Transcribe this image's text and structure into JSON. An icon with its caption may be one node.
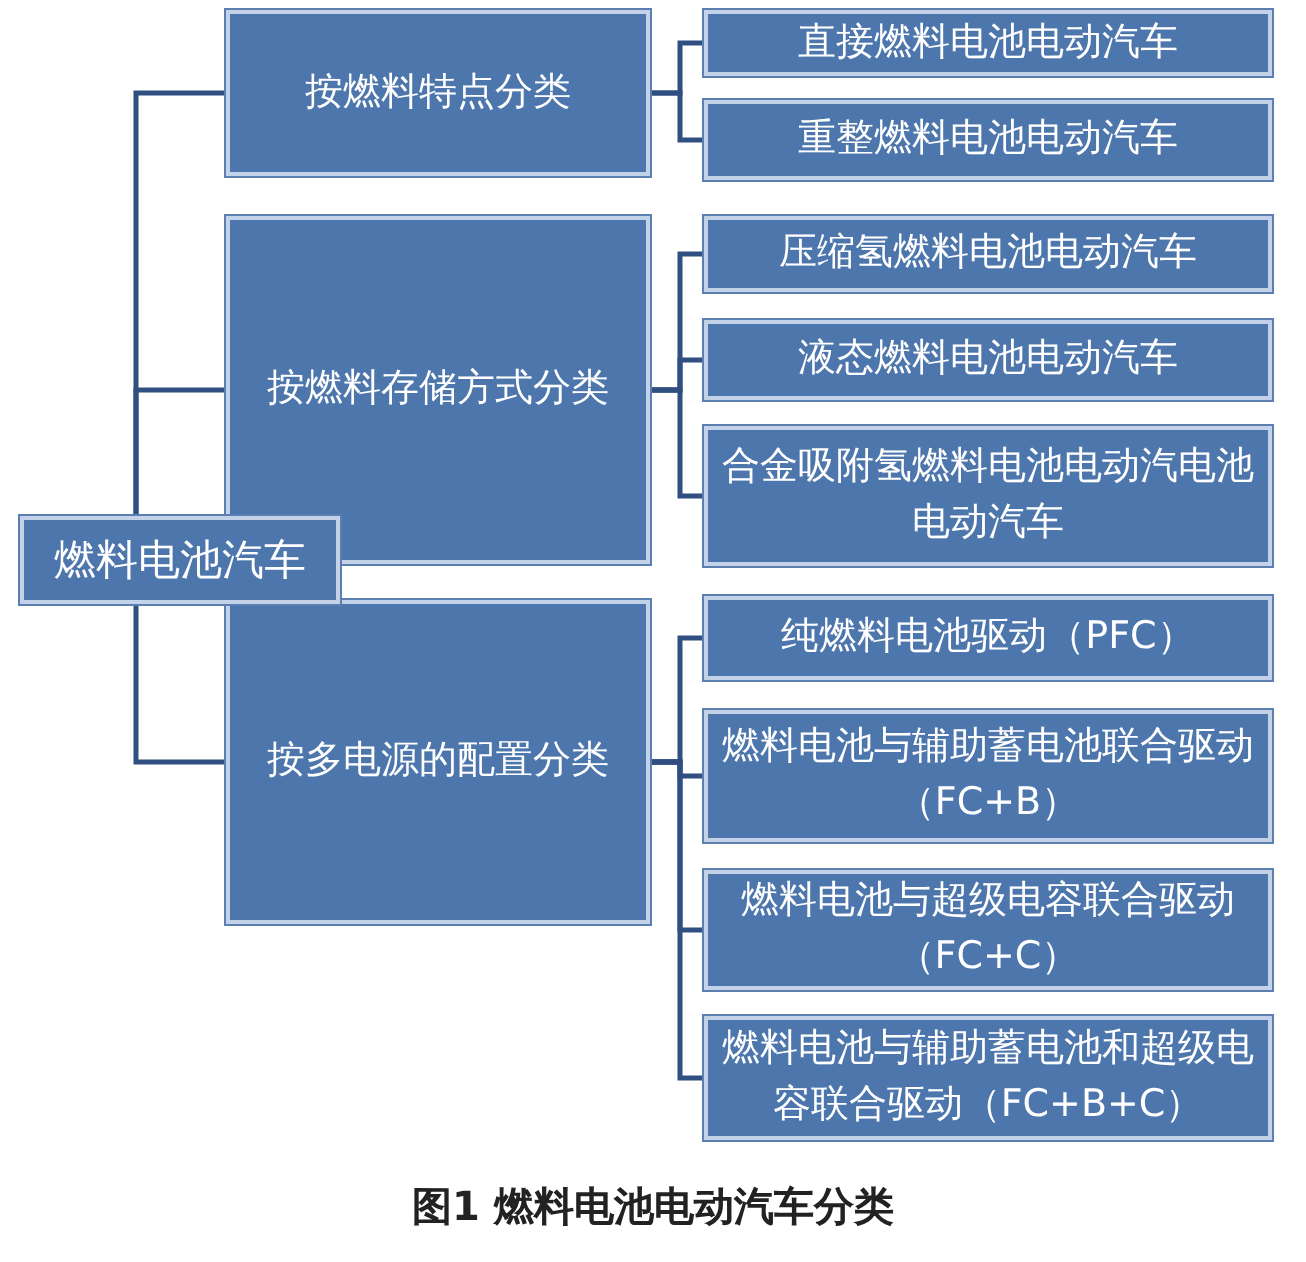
{
  "diagram": {
    "caption": "图1 燃料电池电动汽车分类",
    "nodes": [
      {
        "text": [
          "燃料电池汽车"
        ]
      },
      {
        "text": [
          "按燃料特点分类"
        ]
      },
      {
        "text": [
          "按燃料存储方式分类"
        ]
      },
      {
        "text": [
          "按多电源的配置分类"
        ]
      },
      {
        "text": [
          "直接燃料电池电动汽车"
        ]
      },
      {
        "text": [
          "重整燃料电池电动汽车"
        ]
      },
      {
        "text": [
          "压缩氢燃料电池电动汽车"
        ]
      },
      {
        "text": [
          "液态燃料电池电动汽车"
        ]
      },
      {
        "text": [
          "合金吸附氢燃料电池电动汽电池电动汽车"
        ]
      },
      {
        "text": [
          "纯燃料电池驱动（PFC）"
        ]
      },
      {
        "text": [
          "燃料电池与辅助蓄电池联合驱动（FC+B）"
        ]
      },
      {
        "text": [
          "燃料电池与超级电容联合驱动（FC+C）"
        ]
      },
      {
        "text": [
          "燃料电池与辅助蓄电池和超级电容联合驱动（FC+B+C）"
        ]
      }
    ],
    "edges": [
      {
        "from": 0,
        "to": 1,
        "arrow": "none"
      },
      {
        "from": 0,
        "to": 2,
        "arrow": "none"
      },
      {
        "from": 0,
        "to": 3,
        "arrow": "none"
      },
      {
        "from": 1,
        "to": 4,
        "arrow": "none"
      },
      {
        "from": 1,
        "to": 5,
        "arrow": "none"
      },
      {
        "from": 2,
        "to": 6,
        "arrow": "none"
      },
      {
        "from": 2,
        "to": 7,
        "arrow": "none"
      },
      {
        "from": 2,
        "to": 8,
        "arrow": "none"
      },
      {
        "from": 3,
        "to": 9,
        "arrow": "none"
      },
      {
        "from": 3,
        "to": 10,
        "arrow": "none"
      },
      {
        "from": 3,
        "to": 11,
        "arrow": "none"
      },
      {
        "from": 3,
        "to": 12,
        "arrow": "none"
      }
    ]
  }
}
